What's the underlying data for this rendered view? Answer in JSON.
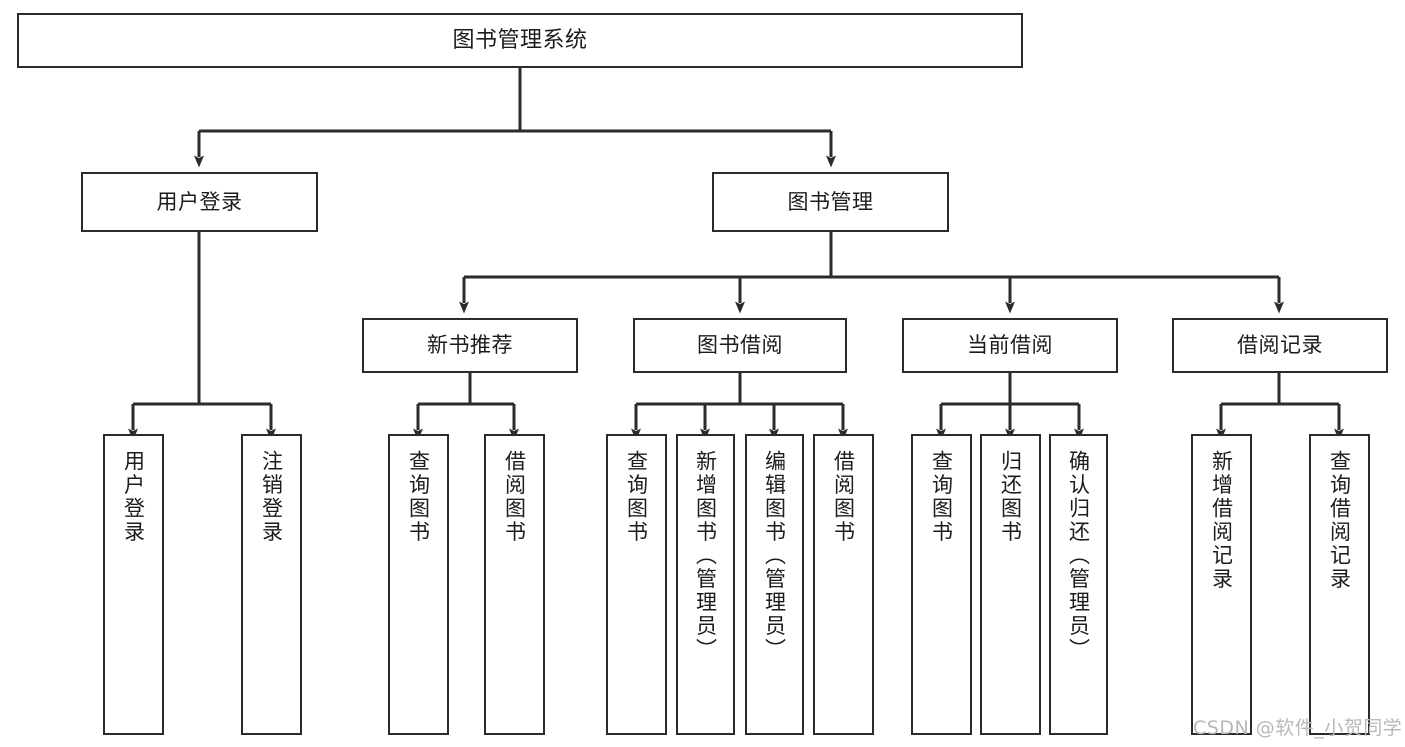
{
  "diagram": {
    "title": "图书管理系统",
    "type": "tree-hierarchy-diagram",
    "root": {
      "label": "图书管理系统"
    },
    "level2": [
      {
        "label": "用户登录"
      },
      {
        "label": "图书管理"
      }
    ],
    "level3": [
      {
        "label": "新书推荐"
      },
      {
        "label": "图书借阅"
      },
      {
        "label": "当前借阅"
      },
      {
        "label": "借阅记录"
      }
    ],
    "leaves": {
      "user_login": [
        {
          "label": "用户登录"
        },
        {
          "label": "注销登录"
        }
      ],
      "new_book_recommend": [
        {
          "label": "查询图书"
        },
        {
          "label": "借阅图书"
        }
      ],
      "book_borrow": [
        {
          "label": "查询图书"
        },
        {
          "label": "新增图书（管理员）"
        },
        {
          "label": "编辑图书（管理员）"
        },
        {
          "label": "借阅图书"
        }
      ],
      "current_borrow": [
        {
          "label": "查询图书"
        },
        {
          "label": "归还图书"
        },
        {
          "label": "确认归还（管理员）"
        }
      ],
      "borrow_record": [
        {
          "label": "新增借阅记录"
        },
        {
          "label": "查询借阅记录"
        }
      ]
    }
  },
  "watermark": {
    "text": "CSDN @软件_小贺同学"
  },
  "colors": {
    "box_border": "#2b2b2b",
    "box_fill": "#ffffff",
    "text": "#1c1c1c",
    "connector": "#2b2b2b",
    "watermark": "#b9b9b9",
    "background": "#ffffff"
  }
}
